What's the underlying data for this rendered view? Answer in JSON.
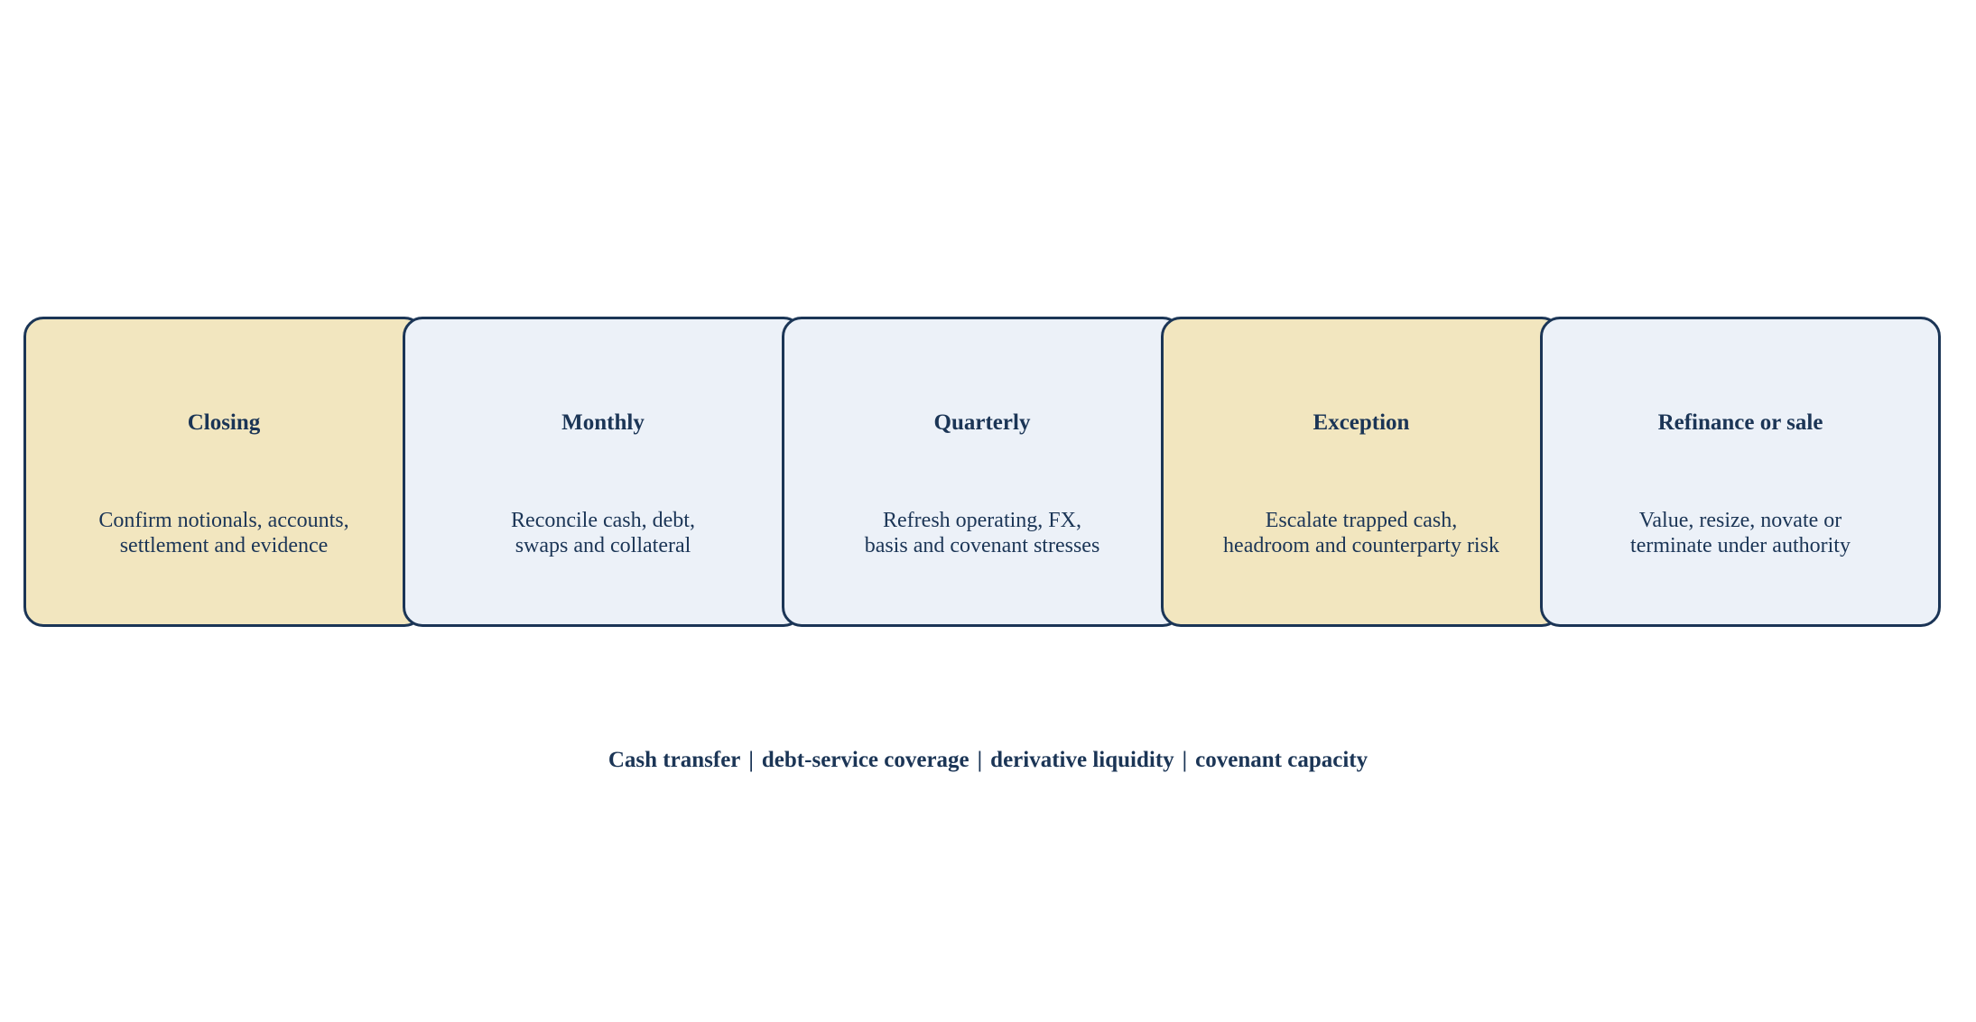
{
  "colors": {
    "border": "#1b3556",
    "text": "#1b3556",
    "gold_fill": "#f2e6bf",
    "blue_fill": "#ecf1f8",
    "connector": "#a07a1a"
  },
  "stages": [
    {
      "title": "Closing",
      "desc_line1": "Confirm notionals, accounts,",
      "desc_line2": "settlement and evidence",
      "fill": "gold"
    },
    {
      "title": "Monthly",
      "desc_line1": "Reconcile cash, debt,",
      "desc_line2": "swaps and collateral",
      "fill": "blue"
    },
    {
      "title": "Quarterly",
      "desc_line1": "Refresh operating, FX,",
      "desc_line2": "basis and covenant stresses",
      "fill": "blue"
    },
    {
      "title": "Exception",
      "desc_line1": "Escalate trapped cash,",
      "desc_line2": "headroom and counterparty risk",
      "fill": "gold"
    },
    {
      "title": "Refinance or sale",
      "desc_line1": "Value, resize, novate or",
      "desc_line2": "terminate under authority",
      "fill": "blue"
    }
  ],
  "footer": {
    "items": [
      "Cash transfer",
      "debt-service coverage",
      "derivative liquidity",
      "covenant capacity"
    ],
    "separator": "|"
  }
}
